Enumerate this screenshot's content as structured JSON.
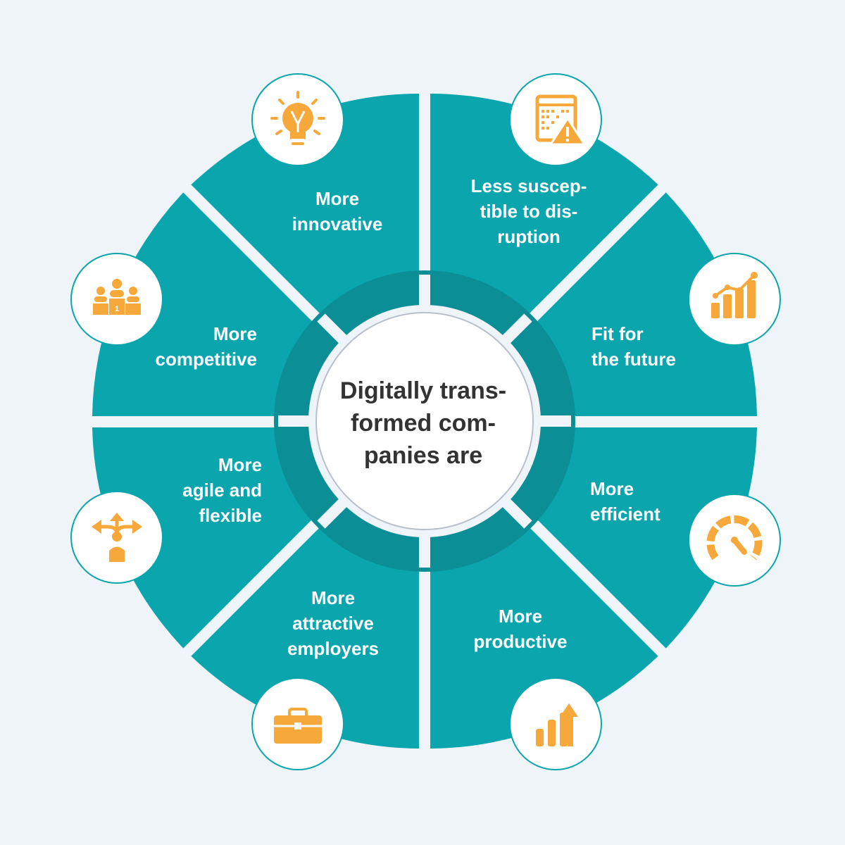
{
  "center": {
    "title": "Digitally trans-\nformed com-\npanies are"
  },
  "segments": [
    {
      "id": "innovative",
      "label": "More\ninnovative",
      "icon": "lightbulb-icon"
    },
    {
      "id": "disruption",
      "label": "Less suscep-\ntible to dis-\nruption",
      "icon": "code-warning-icon"
    },
    {
      "id": "future",
      "label": "Fit for\nthe future",
      "icon": "growth-chart-icon"
    },
    {
      "id": "efficient",
      "label": "More\nefficient",
      "icon": "speedometer-icon"
    },
    {
      "id": "productive",
      "label": "More\nproductive",
      "icon": "bar-chart-up-icon"
    },
    {
      "id": "attractive",
      "label": "More\nattractive\nemployers",
      "icon": "briefcase-icon"
    },
    {
      "id": "agile",
      "label": "More\nagile and\nflexible",
      "icon": "direction-arrows-icon"
    },
    {
      "id": "competitive",
      "label": "More\ncompetitive",
      "icon": "podium-icon"
    }
  ],
  "colors": {
    "background": "#eef4f7",
    "segment": "#0aa5ad",
    "inner_ring": "#0b8e96",
    "icon": "#f7a83a",
    "center_text": "#333333"
  }
}
